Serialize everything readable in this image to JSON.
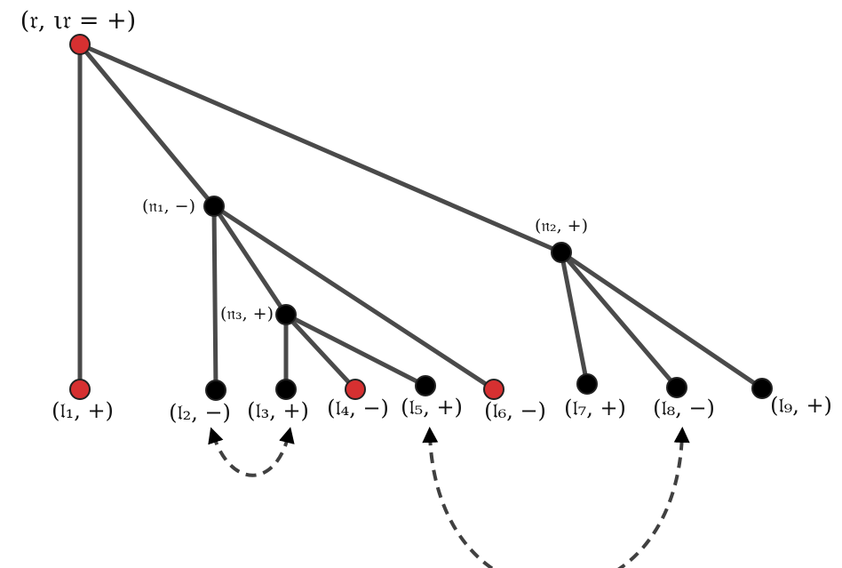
{
  "colors": {
    "edge": "#4a4a4a",
    "node_black": "#000000",
    "node_red": "#d63031",
    "link": "#404040"
  },
  "nodes": [
    {
      "id": "r",
      "label": "(𝔯, ι𝔯 = +)",
      "kind": "root",
      "fill": "red"
    },
    {
      "id": "n1",
      "label": "(𝔫₁, −)",
      "kind": "inner",
      "fill": "black"
    },
    {
      "id": "n2",
      "label": "(𝔫₂, +)",
      "kind": "inner",
      "fill": "black"
    },
    {
      "id": "n3",
      "label": "(𝔫₃, +)",
      "kind": "inner",
      "fill": "black"
    },
    {
      "id": "l1",
      "label": "(𝔩₁, +)",
      "kind": "leaf",
      "fill": "red"
    },
    {
      "id": "l2",
      "label": "(𝔩₂, −)",
      "kind": "leaf",
      "fill": "black"
    },
    {
      "id": "l3",
      "label": "(𝔩₃, +)",
      "kind": "leaf",
      "fill": "black"
    },
    {
      "id": "l4",
      "label": "(𝔩₄, −)",
      "kind": "leaf",
      "fill": "red"
    },
    {
      "id": "l5",
      "label": "(𝔩₅, +)",
      "kind": "leaf",
      "fill": "black"
    },
    {
      "id": "l6",
      "label": "(𝔩₆, −)",
      "kind": "leaf",
      "fill": "red"
    },
    {
      "id": "l7",
      "label": "(𝔩₇, +)",
      "kind": "leaf",
      "fill": "black"
    },
    {
      "id": "l8",
      "label": "(𝔩₈, −)",
      "kind": "leaf",
      "fill": "black"
    },
    {
      "id": "l9",
      "label": "(𝔩₉, +)",
      "kind": "leaf",
      "fill": "black"
    }
  ],
  "edges": [
    [
      "r",
      "l1"
    ],
    [
      "r",
      "n1"
    ],
    [
      "r",
      "n2"
    ],
    [
      "n1",
      "l2"
    ],
    [
      "n1",
      "n3"
    ],
    [
      "n1",
      "l6"
    ],
    [
      "n3",
      "l3"
    ],
    [
      "n3",
      "l4"
    ],
    [
      "n3",
      "l5"
    ],
    [
      "n2",
      "l7"
    ],
    [
      "n2",
      "l8"
    ],
    [
      "n2",
      "l9"
    ]
  ],
  "pairings": [
    [
      "l2",
      "l3"
    ],
    [
      "l5",
      "l8"
    ]
  ]
}
